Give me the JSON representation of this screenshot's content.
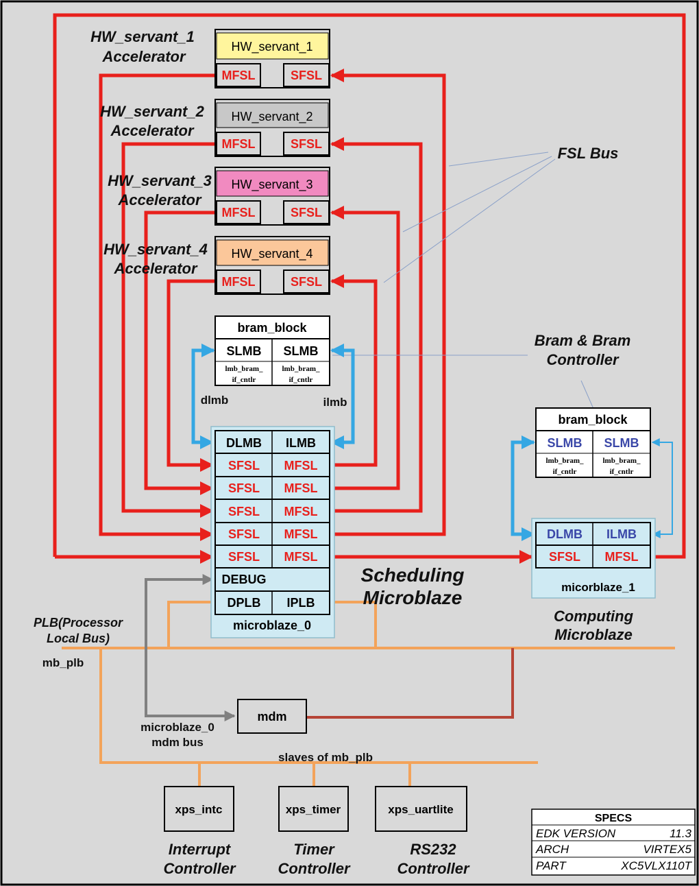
{
  "colors": {
    "background": "#d9d9d9",
    "fsl": "#e8201c",
    "lmb": "#35a7e3",
    "plb": "#f3a35a",
    "debug": "#808080",
    "mdm_link": "#b64436",
    "microblaze_fill": "#cfeaf3",
    "hw1": "#fff59d",
    "hw2": "#c8c8c8",
    "hw3": "#f18ac0",
    "hw4": "#fbc79a"
  },
  "labels": {
    "hw1_title": "HW_servant_1",
    "hw1_sub": "Accelerator",
    "hw2_title": "HW_servant_2",
    "hw2_sub": "Accelerator",
    "hw3_title": "HW_servant_3",
    "hw3_sub": "Accelerator",
    "hw4_title": "HW_servant_4",
    "hw4_sub": "Accelerator",
    "fsl_bus": "FSL Bus",
    "bram_ctrl_1": "Bram & Bram",
    "bram_ctrl_2": "Controller",
    "dlmb": "dlmb",
    "ilmb": "ilmb",
    "sched_1": "Scheduling",
    "sched_2": "Microblaze",
    "comp_1": "Computing",
    "comp_2": "Microblaze",
    "plb_1": "PLB(Processor",
    "plb_2": "Local Bus)",
    "mb_plb": "mb_plb",
    "mdm_bus_1": "microblaze_0",
    "mdm_bus_2": "mdm bus",
    "slaves": "slaves of mb_plb",
    "intc_1": "Interrupt",
    "intc_2": "Controller",
    "timer_1": "Timer",
    "timer_2": "Controller",
    "rs232_1": "RS232",
    "rs232_2": "Controller"
  },
  "servants": [
    {
      "name": "HW_servant_1",
      "mfsl": "MFSL",
      "sfsl": "SFSL"
    },
    {
      "name": "HW_servant_2",
      "mfsl": "MFSL",
      "sfsl": "SFSL"
    },
    {
      "name": "HW_servant_3",
      "mfsl": "MFSL",
      "sfsl": "SFSL"
    },
    {
      "name": "HW_servant_4",
      "mfsl": "MFSL",
      "sfsl": "SFSL"
    }
  ],
  "bram0": {
    "title": "bram_block",
    "slmb_a": "SLMB",
    "slmb_b": "SLMB",
    "ctl_a1": "lmb_bram_",
    "ctl_a2": "if_cntlr",
    "ctl_b1": "lmb_bram_",
    "ctl_b2": "if_cntlr"
  },
  "bram1": {
    "title": "bram_block",
    "slmb_a": "SLMB",
    "slmb_b": "SLMB",
    "ctl_a1": "lmb_bram_",
    "ctl_a2": "if_cntlr",
    "ctl_b1": "lmb_bram_",
    "ctl_b2": "if_cntlr"
  },
  "mb0": {
    "dlmb": "DLMB",
    "ilmb": "ILMB",
    "sfsl": "SFSL",
    "mfsl": "MFSL",
    "debug": "DEBUG",
    "dplb": "DPLB",
    "iplb": "IPLB",
    "name": "microblaze_0"
  },
  "mb1": {
    "dlmb": "DLMB",
    "ilmb": "ILMB",
    "sfsl": "SFSL",
    "mfsl": "MFSL",
    "name": "micorblaze_1"
  },
  "mdm": "mdm",
  "peripherals": {
    "intc": "xps_intc",
    "timer": "xps_timer",
    "uart": "xps_uartlite"
  },
  "specs": {
    "title": "SPECS",
    "rows": [
      {
        "key": "EDK VERSION",
        "value": "11.3"
      },
      {
        "key": "ARCH",
        "value": "VIRTEX5"
      },
      {
        "key": "PART",
        "value": "XC5VLX110T"
      }
    ]
  }
}
